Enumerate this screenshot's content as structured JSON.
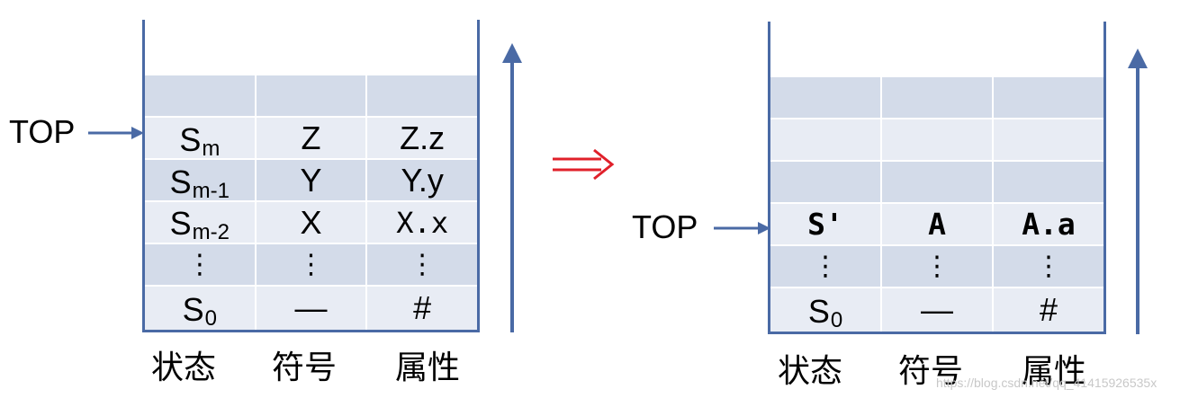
{
  "left_stack": {
    "top_label": "TOP",
    "headers": [
      "状态",
      "符号",
      "属性"
    ],
    "rows": [
      {
        "state": "",
        "state_sub": "",
        "symbol": "",
        "attr": ""
      },
      {
        "state": "S",
        "state_sub": "m",
        "symbol": "Z",
        "attr": "Z.z"
      },
      {
        "state": "S",
        "state_sub": "m-1",
        "symbol": "Y",
        "attr": "Y.y"
      },
      {
        "state": "S",
        "state_sub": "m-2",
        "symbol": "X",
        "attr": "X.x"
      },
      {
        "state": "⋮",
        "state_sub": "",
        "symbol": "⋮",
        "attr": "⋮"
      },
      {
        "state": "S",
        "state_sub": "0",
        "symbol": "—",
        "attr": "#"
      }
    ]
  },
  "right_stack": {
    "top_label": "TOP",
    "headers": [
      "状态",
      "符号",
      "属性"
    ],
    "rows": [
      {
        "state": "",
        "state_sub": "",
        "symbol": "",
        "attr": ""
      },
      {
        "state": "",
        "state_sub": "",
        "symbol": "",
        "attr": ""
      },
      {
        "state": "",
        "state_sub": "",
        "symbol": "",
        "attr": ""
      },
      {
        "state": "S'",
        "state_sub": "",
        "symbol": "A",
        "attr": "A.a"
      },
      {
        "state": "⋮",
        "state_sub": "",
        "symbol": "⋮",
        "attr": "⋮"
      },
      {
        "state": "S",
        "state_sub": "0",
        "symbol": "—",
        "attr": "#"
      }
    ]
  },
  "transform_arrow": "⟹",
  "watermark": "https://blog.csdn.net/qq_41415926535x",
  "colors": {
    "wall": "#4a6aa5",
    "shade": "#d3dbe9",
    "light": "#e8ecf4",
    "arrow_red": "#e0202a"
  }
}
